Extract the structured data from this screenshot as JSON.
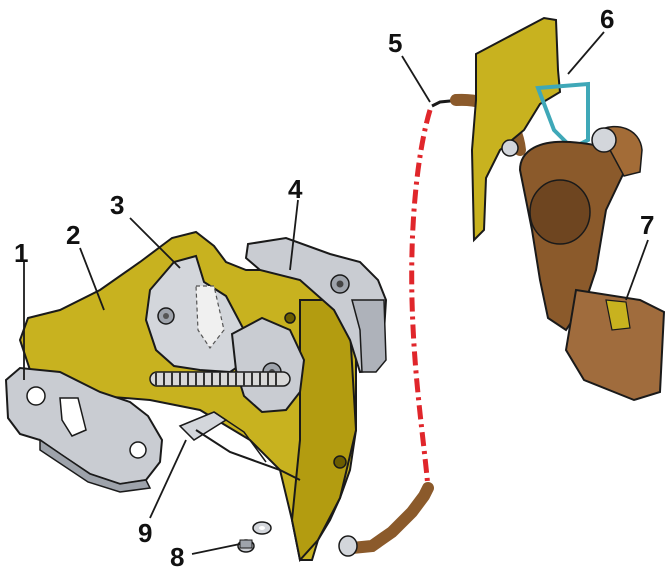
{
  "diagram": {
    "callouts": {
      "c1": "1",
      "c2": "2",
      "c3": "3",
      "c4": "4",
      "c5": "5",
      "c6": "6",
      "c7": "7",
      "c8": "8",
      "c9": "9"
    },
    "colors": {
      "bracket_yellow": "#c8b21f",
      "steel": "#c9ccd2",
      "brown_plastic": "#8b5a2b",
      "cable_red": "#e0262b",
      "outline": "#1a1a1a"
    }
  }
}
